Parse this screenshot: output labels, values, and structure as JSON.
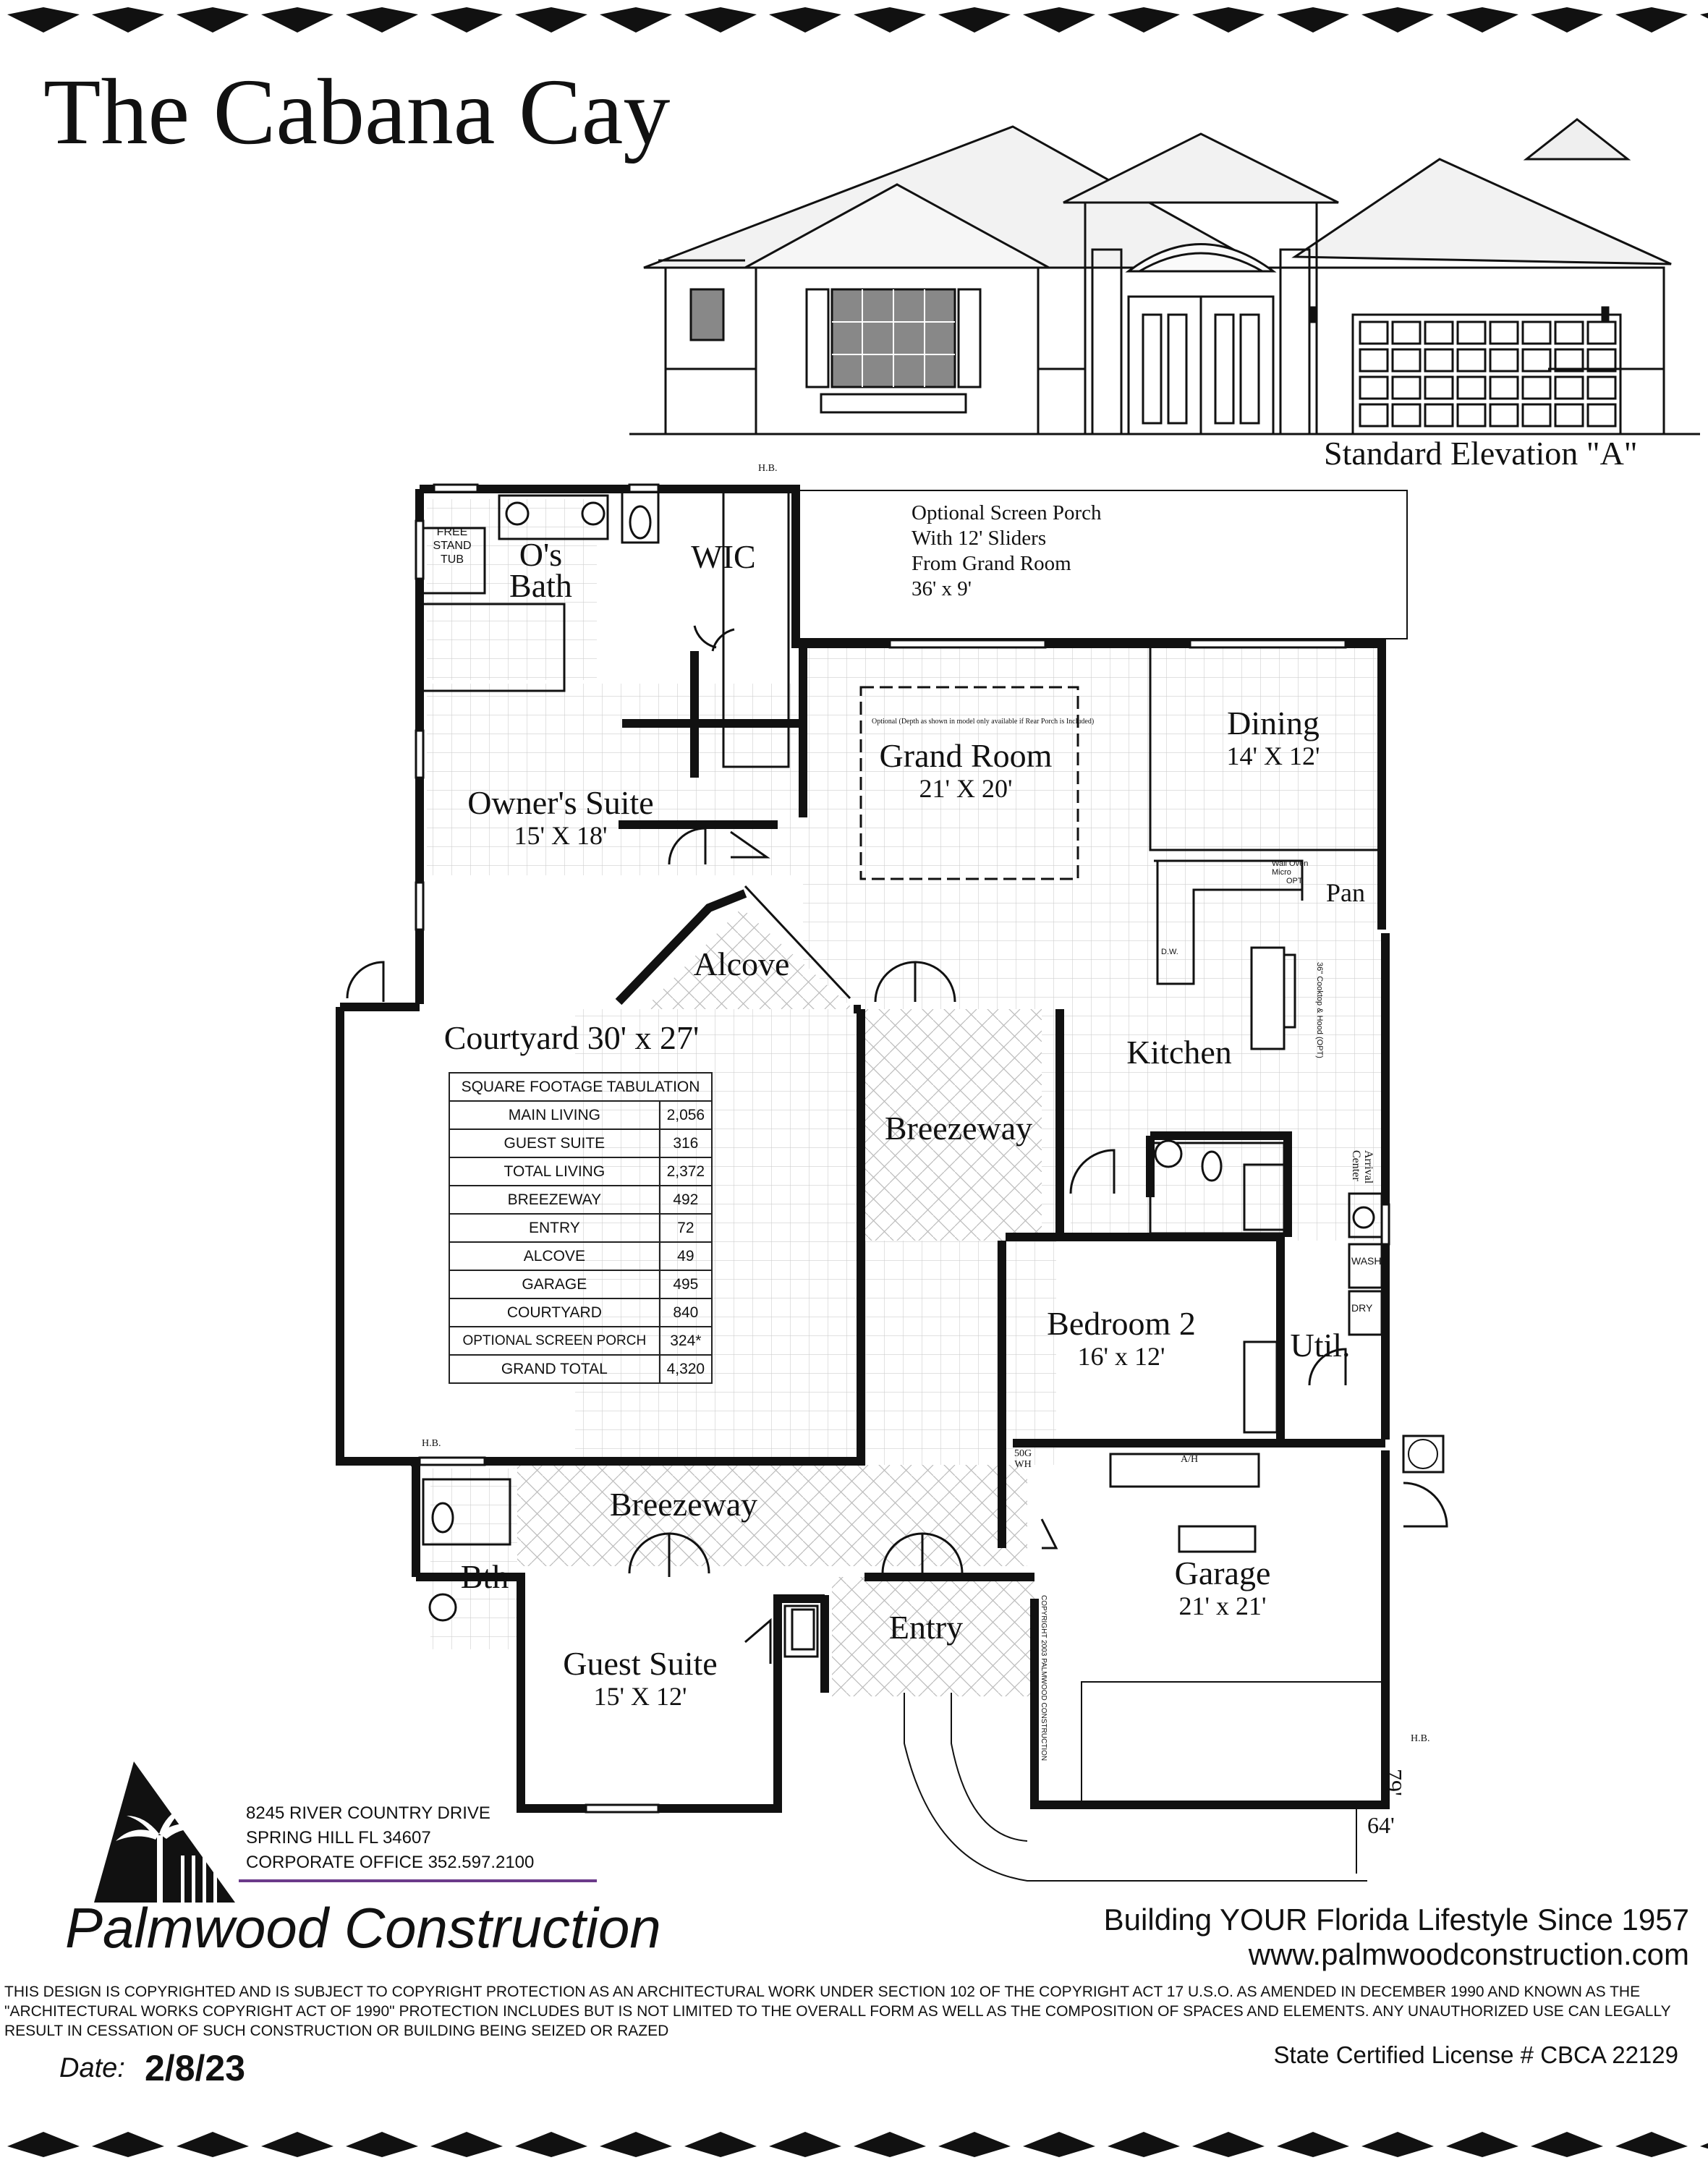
{
  "title": "The Cabana Cay",
  "elevation_label": "Standard Elevation \"A\"",
  "porch": {
    "line1": "Optional Screen Porch",
    "line2": "With 12' Sliders",
    "line3": "From Grand Room",
    "line4": "36' x 9'"
  },
  "rooms": {
    "owners_bath": "O's\nBath",
    "owners_bath_l1": "O's",
    "owners_bath_l2": "Bath",
    "tub_l1": "FREE",
    "tub_l2": "STAND",
    "tub_l3": "TUB",
    "wic": "WIC",
    "grand_room": "Grand Room",
    "grand_room_dim": "21' X 20'",
    "grand_room_note": "Optional (Depth as shown in model only available if Rear Porch is Included)",
    "dining": "Dining",
    "dining_dim": "14' X 12'",
    "owners_suite": "Owner's Suite",
    "owners_suite_dim": "15' X 18'",
    "alcove": "Alcove",
    "courtyard": "Courtyard 30' x 27'",
    "breezeway_1": "Breezeway",
    "kitchen": "Kitchen",
    "pan": "Pan",
    "wall_oven_l1": "Wall Oven",
    "wall_oven_l2": "Micro",
    "wall_oven_l3": "OPT",
    "dw": "D.W.",
    "cooktop": "36\" Cooktop & Hood (OPT)",
    "arrival_center_l1": "Arrival",
    "arrival_center_l2": "Center",
    "bedroom2": "Bedroom 2",
    "bedroom2_dim": "16' x 12'",
    "util": "Util.",
    "wash": "WASH",
    "dry": "DRY",
    "breezeway_2": "Breezeway",
    "bth": "Bth",
    "guest_suite": "Guest Suite",
    "guest_suite_dim": "15' X 12'",
    "entry": "Entry",
    "garage": "Garage",
    "garage_dim": "21' x 21'",
    "ah": "A/H",
    "wh_l1": "50G",
    "wh_l2": "WH",
    "hb_1": "H.B.",
    "hb_2": "H.B.",
    "hb_3": "H.B.",
    "dim_79": "79'",
    "dim_64": "64'",
    "copyright_vertical": "COPYRIGHT 2003 PALMWOOD CONSTRUCTION"
  },
  "sqft_table": {
    "header": "SQUARE FOOTAGE TABULATION",
    "rows": [
      {
        "label": "MAIN LIVING",
        "value": "2,056"
      },
      {
        "label": "GUEST SUITE",
        "value": "316"
      },
      {
        "label": "TOTAL LIVING",
        "value": "2,372"
      },
      {
        "label": "BREEZEWAY",
        "value": "492"
      },
      {
        "label": "ENTRY",
        "value": "72"
      },
      {
        "label": "ALCOVE",
        "value": "49"
      },
      {
        "label": "GARAGE",
        "value": "495"
      },
      {
        "label": "COURTYARD",
        "value": "840"
      },
      {
        "label": "OPTIONAL SCREEN PORCH",
        "value": "324*"
      },
      {
        "label": "GRAND TOTAL",
        "value": "4,320"
      }
    ]
  },
  "address": {
    "line1": "8245 RIVER COUNTRY DRIVE",
    "line2": "SPRING HILL FL 34607",
    "line3": "CORPORATE OFFICE 352.597.2100"
  },
  "company": "Palmwood Construction",
  "tagline": "Building YOUR Florida Lifestyle Since 1957",
  "website": "www.palmwoodconstruction.com",
  "legal": "THIS DESIGN IS COPYRIGHTED AND IS SUBJECT TO COPYRIGHT PROTECTION AS AN ARCHITECTURAL WORK UNDER SECTION 102 OF THE COPYRIGHT ACT 17 U.S.O. AS AMENDED IN DECEMBER 1990 AND KNOWN AS THE \"ARCHITECTURAL WORKS COPYRIGHT ACT OF 1990\" PROTECTION INCLUDES BUT IS NOT LIMITED TO THE OVERALL FORM AS WELL AS THE COMPOSITION OF SPACES AND ELEMENTS. ANY UNAUTHORIZED USE CAN LEGALLY RESULT IN CESSATION OF SUCH CONSTRUCTION OR BUILDING BEING SEIZED OR RAZED",
  "license": "State Certified License # CBCA 22129",
  "date_label": "Date:",
  "date": "2/8/23",
  "colors": {
    "ink": "#111111",
    "accent_line": "#6b3a8a",
    "hatch": "#9a9a9a"
  }
}
